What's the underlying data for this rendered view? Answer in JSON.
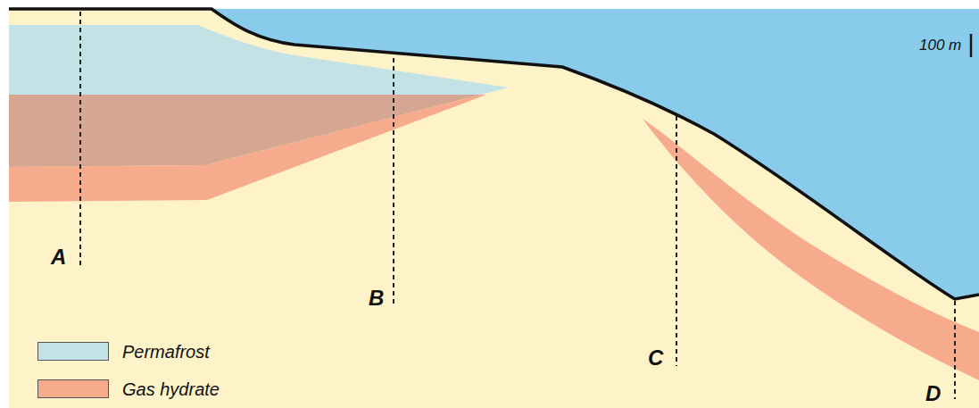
{
  "diagram": {
    "labels": [
      "100 m",
      "A",
      "B",
      "C",
      "D"
    ],
    "legend": [
      {
        "text": "Permafrost",
        "color": "#c2e2e5"
      },
      {
        "text": "Gas hydrate",
        "color": "#f5ab8c"
      }
    ]
  }
}
